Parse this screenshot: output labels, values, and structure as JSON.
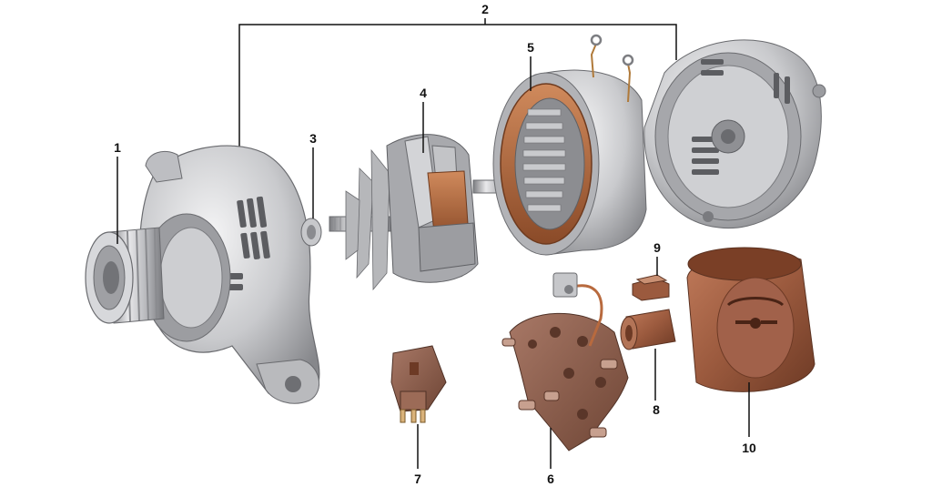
{
  "diagram": {
    "title": "",
    "callouts": {
      "c1": "1",
      "c2": "2",
      "c3": "3",
      "c4": "4",
      "c5": "5",
      "c6": "6",
      "c7": "7",
      "c8": "8",
      "c9": "9",
      "c10": "10"
    },
    "parts": {
      "front_housing": "front-housing-with-pulley",
      "housing_bracket": "housing-assembly-bracket",
      "spacer_ring": "spacer-ring",
      "rotor": "rotor",
      "stator": "stator",
      "rectifier_bridge": "rectifier-bridge",
      "voltage_regulator": "voltage-regulator-brush-holder",
      "slip_ring_sleeve": "slip-ring-sleeve",
      "capacitor": "capacitor",
      "protective_cover": "protective-cover"
    },
    "colors": {
      "metal_light": "#e4e4e6",
      "metal_mid": "#b9babd",
      "metal_dark": "#7d7e82",
      "copper": "#b86a3e",
      "copper_dark": "#7a3f22",
      "brown_cover": "#9b5a3e",
      "brown_plate": "#8a5a48",
      "leader": "#111111"
    }
  }
}
